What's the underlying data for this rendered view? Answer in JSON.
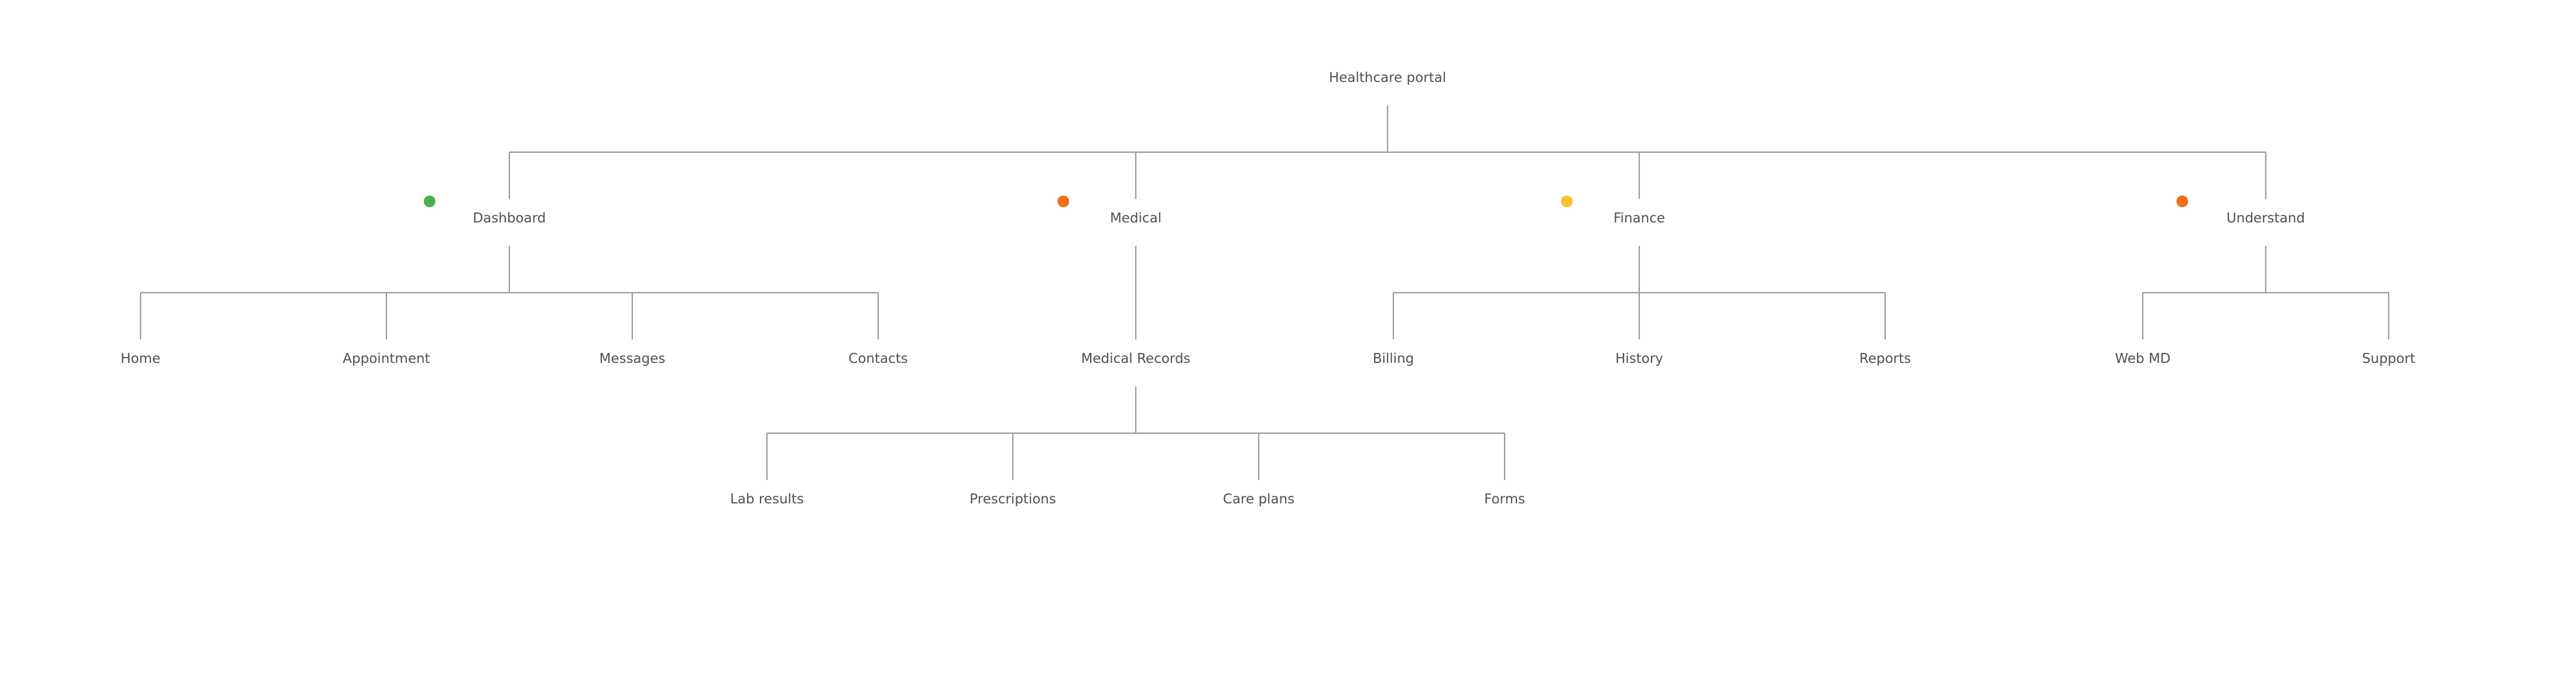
{
  "diagram": {
    "root": {
      "id": "healthcare-portal",
      "label": "Healthcare portal",
      "children": [
        {
          "id": "dashboard",
          "label": "Dashboard",
          "status_color": "#4caf50",
          "children": [
            {
              "id": "home",
              "label": "Home"
            },
            {
              "id": "appointment",
              "label": "Appointment"
            },
            {
              "id": "messages",
              "label": "Messages"
            },
            {
              "id": "contacts",
              "label": "Contacts"
            }
          ]
        },
        {
          "id": "medical",
          "label": "Medical",
          "status_color": "#f07016",
          "children": [
            {
              "id": "medical-records",
              "label": "Medical Records",
              "children": [
                {
                  "id": "lab-results",
                  "label": "Lab results"
                },
                {
                  "id": "prescriptions",
                  "label": "Prescriptions"
                },
                {
                  "id": "care-plans",
                  "label": "Care plans"
                },
                {
                  "id": "forms",
                  "label": "Forms"
                }
              ]
            }
          ]
        },
        {
          "id": "finance",
          "label": "Finance",
          "status_color": "#fbc02d",
          "children": [
            {
              "id": "billing",
              "label": "Billing"
            },
            {
              "id": "history",
              "label": "History"
            },
            {
              "id": "reports",
              "label": "Reports"
            }
          ]
        },
        {
          "id": "understand",
          "label": "Understand",
          "status_color": "#f07016",
          "children": [
            {
              "id": "web-md",
              "label": "Web MD"
            },
            {
              "id": "support",
              "label": "Support"
            }
          ]
        }
      ]
    },
    "colors": {
      "line": "#9a9a9a",
      "text": "#505050",
      "background": "#ffffff"
    }
  }
}
